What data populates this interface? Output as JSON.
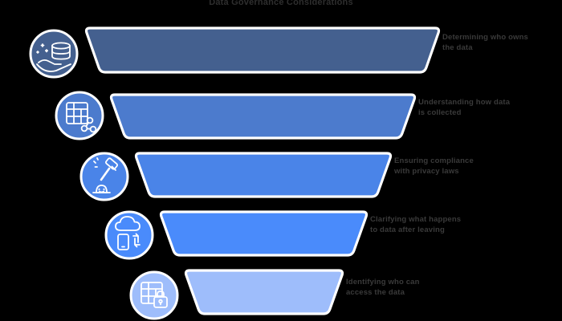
{
  "title": "Data Governance Considerations",
  "background_color": "#000000",
  "label_color": "#3a3a3a",
  "stroke_color": "#ffffff",
  "chart_data": {
    "type": "funnel",
    "title": "Data Governance Considerations",
    "orientation": "vertical-descending",
    "legend": "none",
    "grid": false,
    "categories": [
      "Determining who owns the data",
      "Understanding how data is collected",
      "Ensuring compliance with privacy laws",
      "Clarifying what happens to data after leaving",
      "Identifying who can access the data"
    ],
    "values": [
      100,
      85,
      70,
      55,
      40
    ],
    "colors": [
      "#44608f",
      "#4c7bcd",
      "#4a84e8",
      "#4a8bfb",
      "#9ebdfb"
    ],
    "xlabel": "",
    "ylabel": ""
  },
  "stages": [
    {
      "id": "stage-1",
      "label_line1": "Determining who owns the data",
      "label_line2": "",
      "label_text": "Determining who owns the data",
      "color": "#44608f",
      "icon": "hand-holding-database-icon",
      "value": 100
    },
    {
      "id": "stage-2",
      "label_line1": "Understanding how data",
      "label_line2": "is collected",
      "label_text": "Understanding how data is collected",
      "color": "#4c7bcd",
      "icon": "table-share-icon",
      "value": 85
    },
    {
      "id": "stage-3",
      "label_line1": "Ensuring compliance",
      "label_line2": "with privacy laws",
      "label_text": "Ensuring compliance with privacy laws",
      "color": "#4a84e8",
      "icon": "gavel-icon",
      "value": 70
    },
    {
      "id": "stage-4",
      "label_line1": "Clarifying what happens",
      "label_line2": "to data after leaving",
      "label_text": "Clarifying what happens to data after leaving",
      "color": "#4a8bfb",
      "icon": "cloud-sync-phone-icon",
      "value": 55
    },
    {
      "id": "stage-5",
      "label_line1": "Identifying who can",
      "label_line2": "access the data",
      "label_text": "Identifying who can access the data",
      "color": "#9ebdfb",
      "icon": "table-lock-icon",
      "value": 40
    }
  ],
  "labels": {
    "line1_1": "Determining who owns",
    "line1_2": "the data",
    "line2_1": "Understanding how data",
    "line2_2": "is collected",
    "line3_1": "Ensuring compliance",
    "line3_2": "with privacy laws",
    "line4_1": "Clarifying what happens",
    "line4_2": "to data after leaving",
    "line5_1": "Identifying who can",
    "line5_2": "access the data"
  }
}
